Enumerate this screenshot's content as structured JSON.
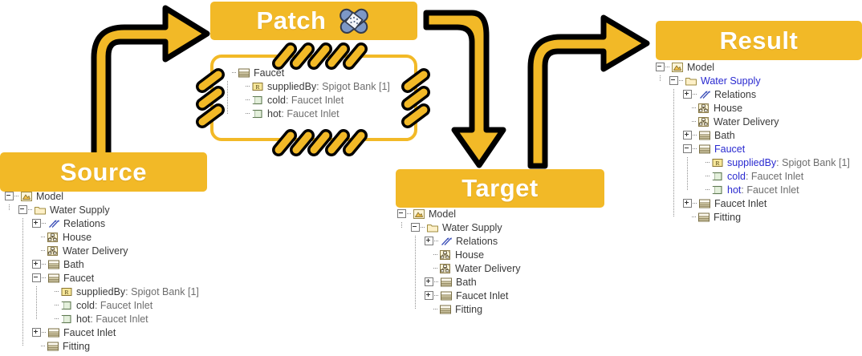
{
  "banners": {
    "source": {
      "label": "Source"
    },
    "patch": {
      "label": "Patch",
      "icon": "bandage-icon"
    },
    "target": {
      "label": "Target"
    },
    "result": {
      "label": "Result"
    }
  },
  "colors": {
    "accent": "#f2b927",
    "banner_text": "#ffffff",
    "tree_text": "#3a3a3a",
    "highlight_text": "#2a2ad0",
    "type_text": "#6e6e6e",
    "outline": "#000000",
    "bandage": "#7d98c6"
  },
  "arrows": [
    {
      "name": "source-to-patch",
      "from": "Source",
      "to": "Patch",
      "direction": "up-right"
    },
    {
      "name": "patch-to-target",
      "from": "Patch",
      "to": "Target",
      "direction": "right-down"
    },
    {
      "name": "target-to-result",
      "from": "Target",
      "to": "Result",
      "direction": "up-right"
    }
  ],
  "patch_box": {
    "rows": [
      {
        "depth": 0,
        "expander": "none",
        "icon": "block-icon",
        "name": "Faucet",
        "type": "",
        "highlight": false
      },
      {
        "depth": 1,
        "expander": "leaf",
        "icon": "ref-icon",
        "name": "suppliedBy",
        "type": " : Spigot Bank [1]",
        "highlight": false
      },
      {
        "depth": 1,
        "expander": "leaf",
        "icon": "port-icon",
        "name": "cold",
        "type": " : Faucet Inlet",
        "highlight": false
      },
      {
        "depth": 1,
        "expander": "last",
        "icon": "port-icon",
        "name": "hot",
        "type": " : Faucet Inlet",
        "highlight": false
      }
    ]
  },
  "trees": {
    "source": {
      "rows": [
        {
          "depth": 0,
          "expander": "minus",
          "icon": "model-icon",
          "name": "Model",
          "type": "",
          "highlight": false
        },
        {
          "depth": 1,
          "expander": "minus",
          "icon": "folder-icon",
          "name": "Water Supply",
          "type": "",
          "highlight": false
        },
        {
          "depth": 2,
          "expander": "plus",
          "icon": "relations-icon",
          "name": "Relations",
          "type": "",
          "highlight": false
        },
        {
          "depth": 2,
          "expander": "leaf",
          "icon": "bdd-icon",
          "name": "House",
          "type": "",
          "highlight": false
        },
        {
          "depth": 2,
          "expander": "leaf",
          "icon": "bdd-icon",
          "name": "Water Delivery",
          "type": "",
          "highlight": false
        },
        {
          "depth": 2,
          "expander": "plus",
          "icon": "block-icon",
          "name": "Bath",
          "type": "",
          "highlight": false
        },
        {
          "depth": 2,
          "expander": "minus",
          "icon": "block-icon",
          "name": "Faucet",
          "type": "",
          "highlight": false
        },
        {
          "depth": 3,
          "expander": "leaf",
          "icon": "ref-icon",
          "name": "suppliedBy",
          "type": " : Spigot Bank [1]",
          "highlight": false
        },
        {
          "depth": 3,
          "expander": "leaf",
          "icon": "port-icon",
          "name": "cold",
          "type": " : Faucet Inlet",
          "highlight": false
        },
        {
          "depth": 3,
          "expander": "last",
          "icon": "port-icon",
          "name": "hot",
          "type": " : Faucet Inlet",
          "highlight": false
        },
        {
          "depth": 2,
          "expander": "plus",
          "icon": "block-icon",
          "name": "Faucet Inlet",
          "type": "",
          "highlight": false
        },
        {
          "depth": 2,
          "expander": "last",
          "icon": "block-icon",
          "name": "Fitting",
          "type": "",
          "highlight": false
        }
      ]
    },
    "target": {
      "rows": [
        {
          "depth": 0,
          "expander": "minus",
          "icon": "model-icon",
          "name": "Model",
          "type": "",
          "highlight": false
        },
        {
          "depth": 1,
          "expander": "minus",
          "icon": "folder-icon",
          "name": "Water Supply",
          "type": "",
          "highlight": false
        },
        {
          "depth": 2,
          "expander": "plus",
          "icon": "relations-icon",
          "name": "Relations",
          "type": "",
          "highlight": false
        },
        {
          "depth": 2,
          "expander": "leaf",
          "icon": "bdd-icon",
          "name": "House",
          "type": "",
          "highlight": false
        },
        {
          "depth": 2,
          "expander": "leaf",
          "icon": "bdd-icon",
          "name": "Water Delivery",
          "type": "",
          "highlight": false
        },
        {
          "depth": 2,
          "expander": "plus",
          "icon": "block-icon",
          "name": "Bath",
          "type": "",
          "highlight": false
        },
        {
          "depth": 2,
          "expander": "plus",
          "icon": "block-icon",
          "name": "Faucet Inlet",
          "type": "",
          "highlight": false
        },
        {
          "depth": 2,
          "expander": "last",
          "icon": "block-icon",
          "name": "Fitting",
          "type": "",
          "highlight": false
        }
      ]
    },
    "result": {
      "rows": [
        {
          "depth": 0,
          "expander": "minus",
          "icon": "model-icon",
          "name": "Model",
          "type": "",
          "highlight": false
        },
        {
          "depth": 1,
          "expander": "minus",
          "icon": "folder-icon",
          "name": "Water Supply",
          "type": "",
          "highlight": true
        },
        {
          "depth": 2,
          "expander": "plus",
          "icon": "relations-icon",
          "name": "Relations",
          "type": "",
          "highlight": false
        },
        {
          "depth": 2,
          "expander": "leaf",
          "icon": "bdd-icon",
          "name": "House",
          "type": "",
          "highlight": false
        },
        {
          "depth": 2,
          "expander": "leaf",
          "icon": "bdd-icon",
          "name": "Water Delivery",
          "type": "",
          "highlight": false
        },
        {
          "depth": 2,
          "expander": "plus",
          "icon": "block-icon",
          "name": "Bath",
          "type": "",
          "highlight": false
        },
        {
          "depth": 2,
          "expander": "minus",
          "icon": "block-icon",
          "name": "Faucet",
          "type": "",
          "highlight": true
        },
        {
          "depth": 3,
          "expander": "leaf",
          "icon": "ref-icon",
          "name": "suppliedBy",
          "type": " : Spigot Bank [1]",
          "highlight": true
        },
        {
          "depth": 3,
          "expander": "leaf",
          "icon": "port-icon",
          "name": "cold",
          "type": " : Faucet Inlet",
          "highlight": true
        },
        {
          "depth": 3,
          "expander": "last",
          "icon": "port-icon",
          "name": "hot",
          "type": " : Faucet Inlet",
          "highlight": true
        },
        {
          "depth": 2,
          "expander": "plus",
          "icon": "block-icon",
          "name": "Faucet Inlet",
          "type": "",
          "highlight": false
        },
        {
          "depth": 2,
          "expander": "last",
          "icon": "block-icon",
          "name": "Fitting",
          "type": "",
          "highlight": false
        }
      ]
    }
  }
}
